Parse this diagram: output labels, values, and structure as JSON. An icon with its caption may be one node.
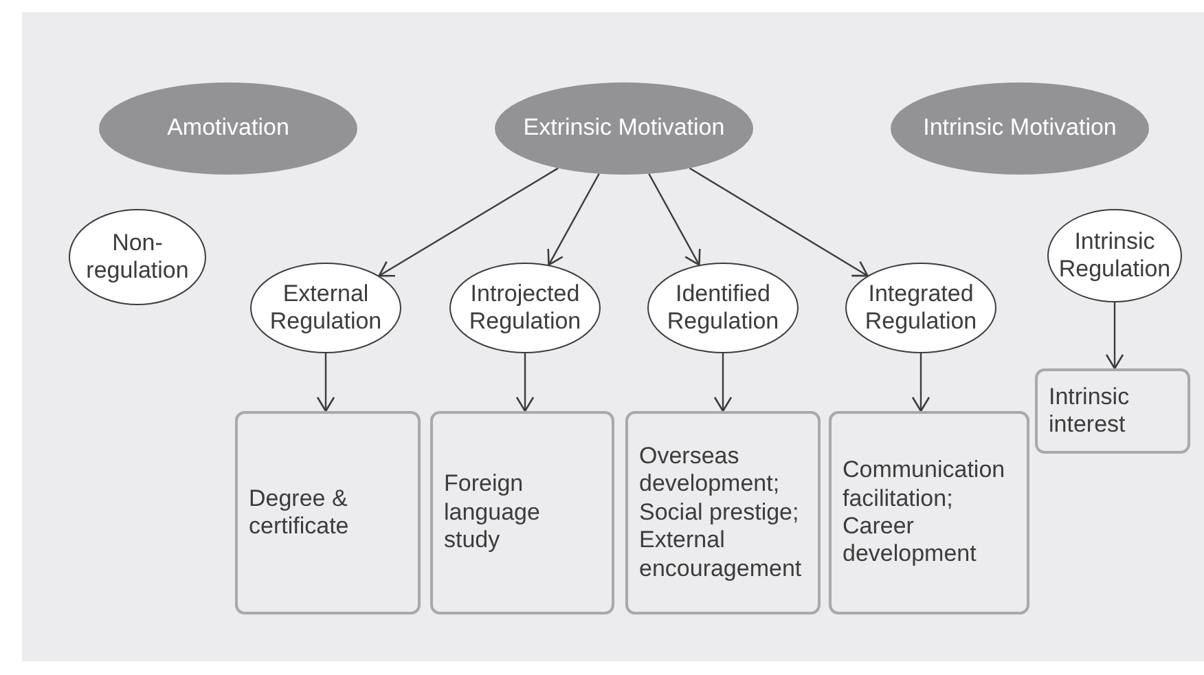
{
  "diagram": {
    "nodes": [
      {
        "text": [
          "Amotivation"
        ]
      },
      {
        "text": [
          "Extrinsic Motivation"
        ]
      },
      {
        "text": [
          "Intrinsic Motivation"
        ]
      },
      {
        "text": [
          "Non-regulation"
        ]
      },
      {
        "text": [
          "External Regulation"
        ]
      },
      {
        "text": [
          "Introjected Regulation"
        ]
      },
      {
        "text": [
          "Identified Regulation"
        ]
      },
      {
        "text": [
          "Integrated Regulation"
        ]
      },
      {
        "text": [
          "Intrinsic Regulation"
        ]
      },
      {
        "text": [
          "Degree & certificate"
        ]
      },
      {
        "text": [
          "Foreign language study"
        ]
      },
      {
        "text": [
          "Overseas development; Social prestige; External encouragement"
        ]
      },
      {
        "text": [
          "Communication facilitation; Career development"
        ]
      },
      {
        "text": [
          "Intrinsic interest"
        ]
      }
    ],
    "edges": [
      {
        "from": 1,
        "to": 4,
        "arrow": "to"
      },
      {
        "from": 1,
        "to": 5,
        "arrow": "to"
      },
      {
        "from": 1,
        "to": 6,
        "arrow": "to"
      },
      {
        "from": 1,
        "to": 7,
        "arrow": "to"
      },
      {
        "from": 4,
        "to": 9,
        "arrow": "to"
      },
      {
        "from": 5,
        "to": 10,
        "arrow": "to"
      },
      {
        "from": 6,
        "to": 11,
        "arrow": "to"
      },
      {
        "from": 7,
        "to": 12,
        "arrow": "to"
      },
      {
        "from": 8,
        "to": 13,
        "arrow": "to"
      }
    ]
  }
}
